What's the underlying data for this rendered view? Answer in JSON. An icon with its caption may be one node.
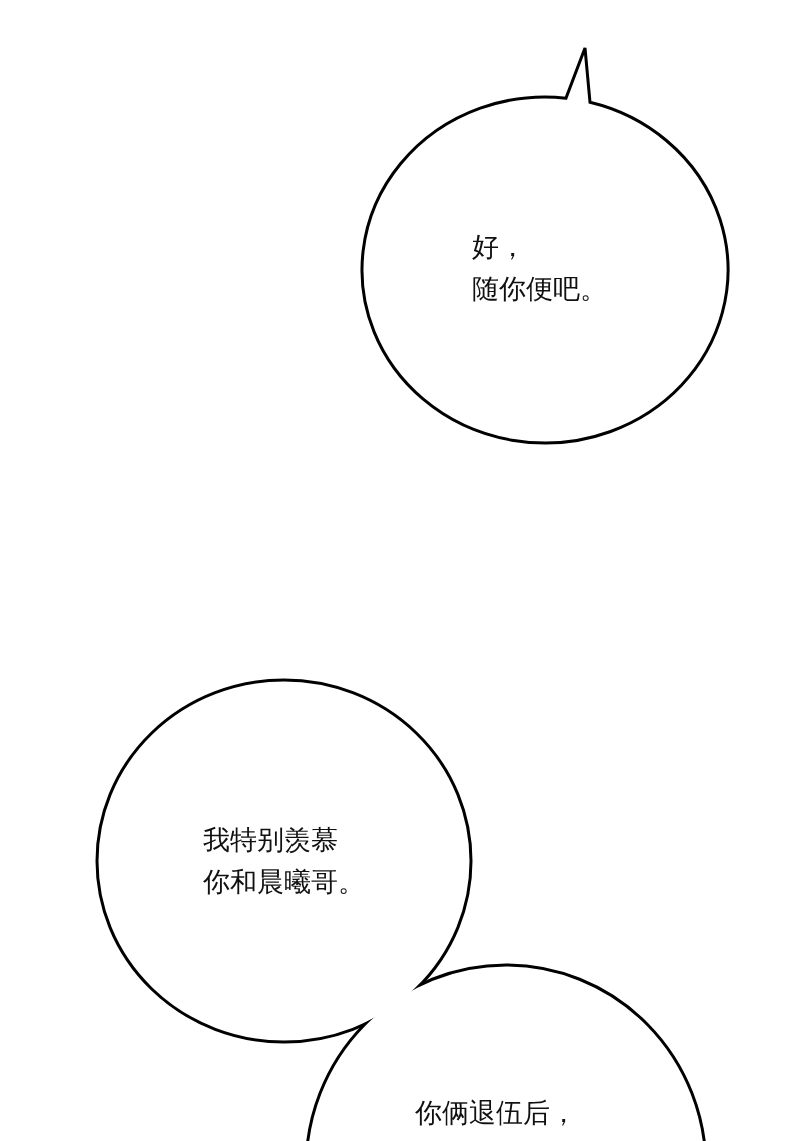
{
  "diagram": {
    "nodes": [
      {
        "text": [
          "好，",
          "随你便吧。"
        ]
      },
      {
        "text": [
          "我特别羡慕",
          "你和晨曦哥。"
        ]
      },
      {
        "text": [
          "你俩退伍后，"
        ]
      }
    ]
  }
}
